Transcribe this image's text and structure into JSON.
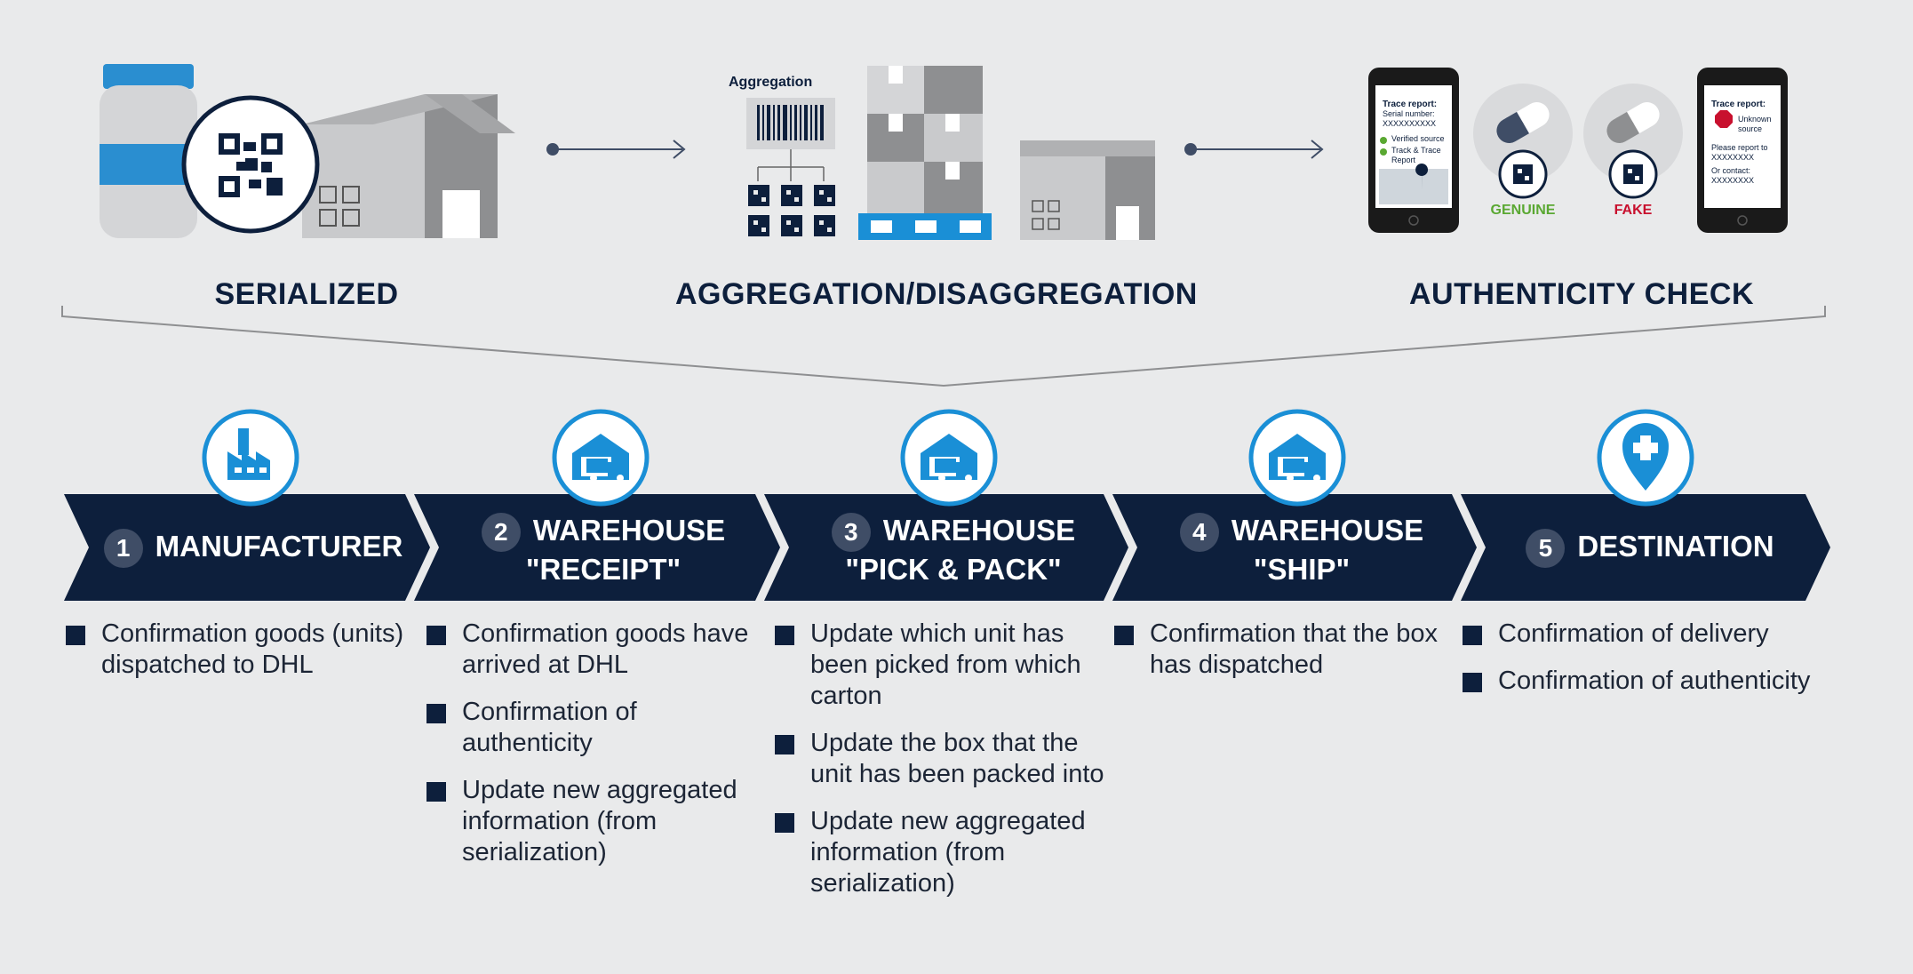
{
  "stages": {
    "serialized": "SERIALIZED",
    "aggregation": "AGGREGATION/DISAGGREGATION",
    "authenticity": "AUTHENTICITY CHECK"
  },
  "illustrations": {
    "aggregation_tag": "Aggregation",
    "phone_left": {
      "title": "Trace report:",
      "lines": [
        "Serial number:",
        "XXXXXXXXXX",
        "Verified source",
        "Track & Trace",
        "Report"
      ]
    },
    "phone_right": {
      "title": "Trace report:",
      "lines": [
        "Unknown",
        "source",
        "Please report to",
        "XXXXXXXX",
        "Or contact:",
        "XXXXXXXX"
      ]
    },
    "genuine": "GENUINE",
    "fake": "FAKE"
  },
  "steps": [
    {
      "num": "1",
      "title_lines": [
        "MANUFACTURER"
      ],
      "icon": "factory-icon",
      "bullets": [
        "Confirmation goods (units) dispatched to DHL"
      ]
    },
    {
      "num": "2",
      "title_lines": [
        "WAREHOUSE",
        "\"RECEIPT\""
      ],
      "icon": "warehouse-truck-icon",
      "bullets": [
        "Confirmation goods have arrived at DHL",
        "Confirmation of authenticity",
        "Update new aggregated information (from serialization)"
      ]
    },
    {
      "num": "3",
      "title_lines": [
        "WAREHOUSE",
        "\"PICK & PACK\""
      ],
      "icon": "warehouse-truck-icon",
      "bullets": [
        "Update which unit has been picked from which carton",
        "Update the box that the unit has been packed into",
        "Update new aggregated information (from serialization)"
      ]
    },
    {
      "num": "4",
      "title_lines": [
        "WAREHOUSE",
        "\"SHIP\""
      ],
      "icon": "warehouse-truck-icon",
      "bullets": [
        "Confirmation that the box has dispatched"
      ]
    },
    {
      "num": "5",
      "title_lines": [
        "DESTINATION"
      ],
      "icon": "location-pin-plus-icon",
      "bullets": [
        "Confirmation of delivery",
        "Confirmation of authenticity"
      ]
    }
  ],
  "colors": {
    "navy": "#0d1f3c",
    "accent_blue": "#1a8fd6",
    "genuine_green": "#5aa832",
    "fake_red": "#c8102e",
    "background": "#e9eaeb"
  }
}
